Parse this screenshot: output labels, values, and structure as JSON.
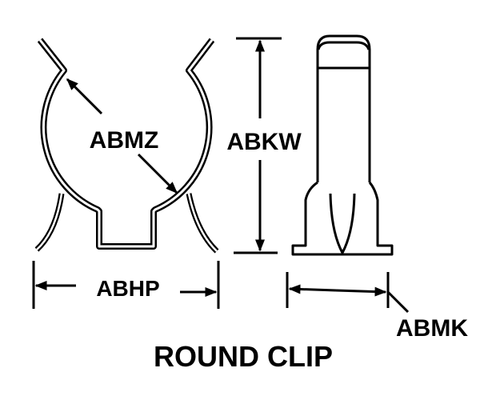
{
  "title": "ROUND CLIP",
  "labels": {
    "abmz": "ABMZ",
    "abkw": "ABKW",
    "abhp": "ABHP",
    "abmk": "ABMK"
  },
  "colors": {
    "ink": "#000000",
    "paper": "#ffffff"
  }
}
